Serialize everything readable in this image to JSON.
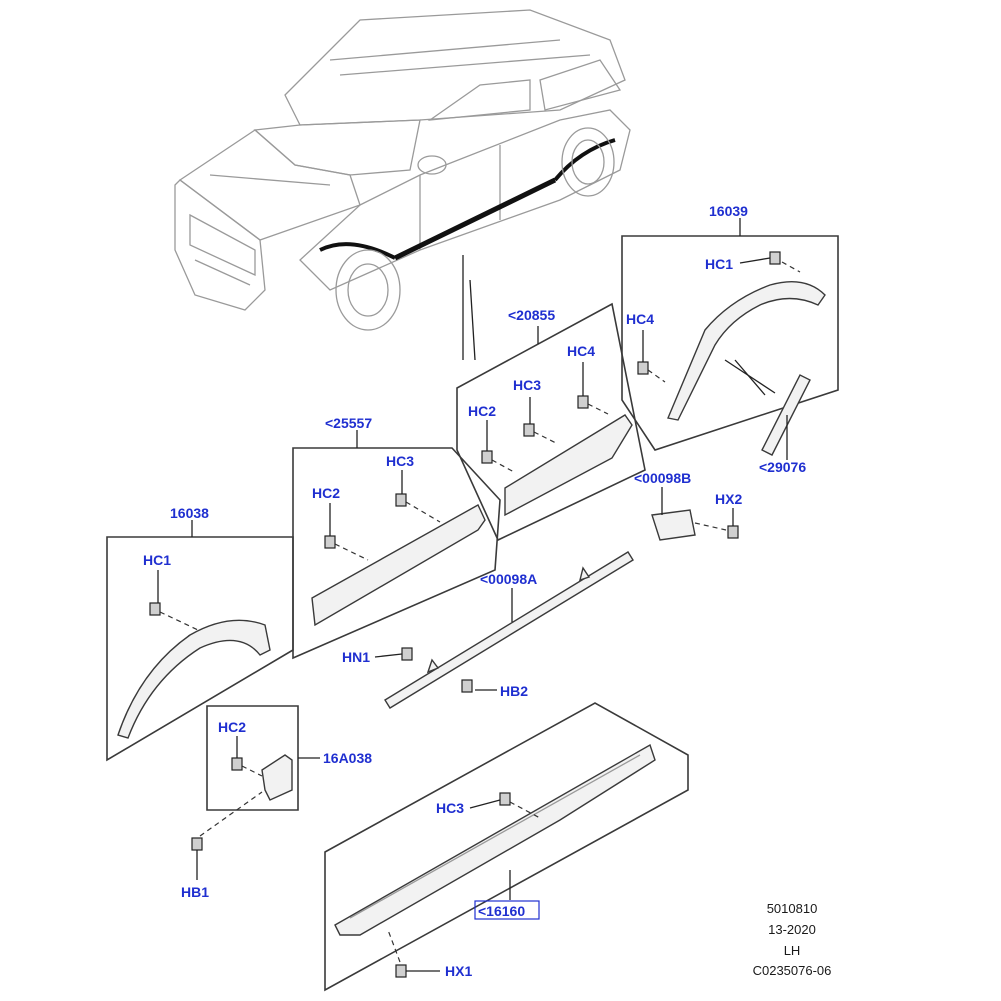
{
  "colors": {
    "label": "#1f2fd0",
    "line": "#3a3a3a",
    "car": "#9a9a9a"
  },
  "labels": {
    "p16039": "16039",
    "p20855": "<20855",
    "p25557": "<25557",
    "p16038": "16038",
    "p29076": "<29076",
    "p00098B": "<00098B",
    "p00098A": "<00098A",
    "p16A038": "16A038",
    "p16160": "<16160",
    "hc1_a": "HC1",
    "hc4_a": "HC4",
    "hc4_b": "HC4",
    "hc3_a": "HC3",
    "hc2_a": "HC2",
    "hc3_b": "HC3",
    "hc2_b": "HC2",
    "hc1_b": "HC1",
    "hx2": "HX2",
    "hn1": "HN1",
    "hb2": "HB2",
    "hc2_c": "HC2",
    "hb1": "HB1",
    "hc3_c": "HC3",
    "hx1": "HX1"
  },
  "reference": {
    "line1": "5010810",
    "line2": "13-2020",
    "line3": "LH",
    "line4": "C0235076-06"
  }
}
